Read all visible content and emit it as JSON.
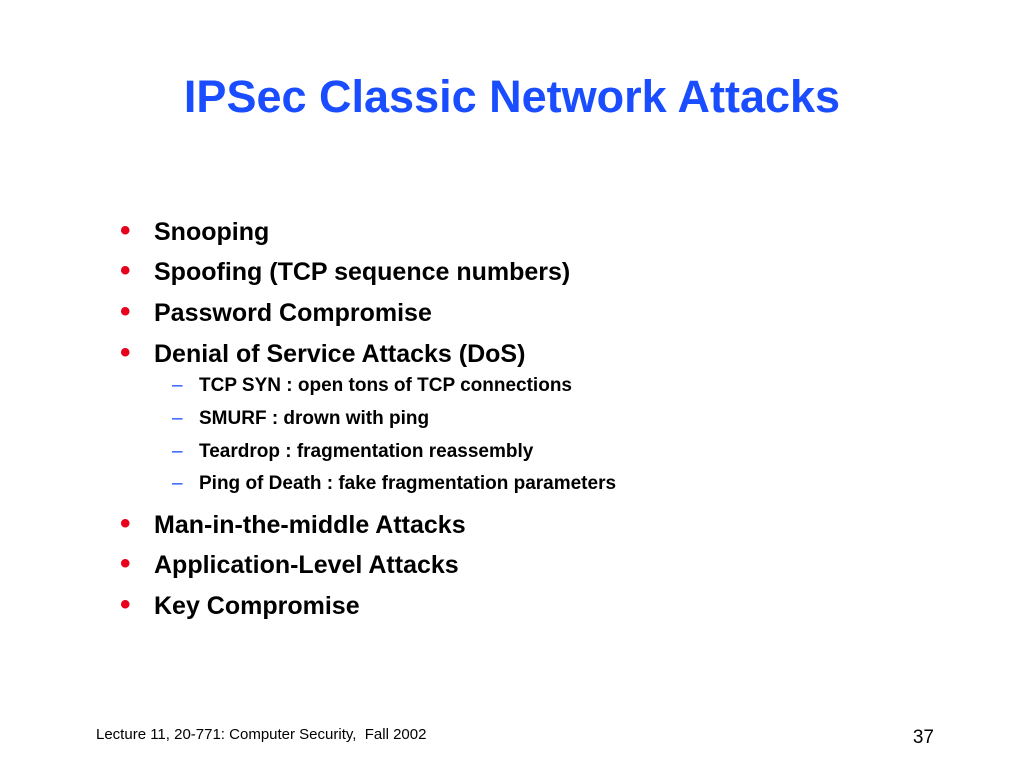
{
  "slide": {
    "title": "IPSec Classic Network Attacks",
    "bullet_color": "#e8001c",
    "title_color": "#1a4dff",
    "items": [
      {
        "level": 1,
        "marker": "•",
        "text": "Snooping"
      },
      {
        "level": 1,
        "marker": "•",
        "text": "Spoofing (TCP sequence numbers)"
      },
      {
        "level": 1,
        "marker": "•",
        "text": "Password Compromise"
      },
      {
        "level": 1,
        "marker": "•",
        "text": "Denial of Service Attacks (DoS)"
      },
      {
        "level": 2,
        "marker": "–",
        "text": "TCP SYN : open tons of TCP connections"
      },
      {
        "level": 2,
        "marker": "–",
        "text": "SMURF : drown with ping"
      },
      {
        "level": 2,
        "marker": "–",
        "text": "Teardrop : fragmentation reassembly"
      },
      {
        "level": 2,
        "marker": "–",
        "text": "Ping of Death : fake fragmentation parameters"
      },
      {
        "level": 1,
        "marker": "•",
        "text": "Man-in-the-middle Attacks"
      },
      {
        "level": 1,
        "marker": "•",
        "text": "Application-Level Attacks"
      },
      {
        "level": 1,
        "marker": "•",
        "text": "Key Compromise"
      }
    ]
  },
  "footer": {
    "text": "Lecture 11, 20-771: Computer Security,  Fall 2002",
    "slide_number": "37"
  }
}
